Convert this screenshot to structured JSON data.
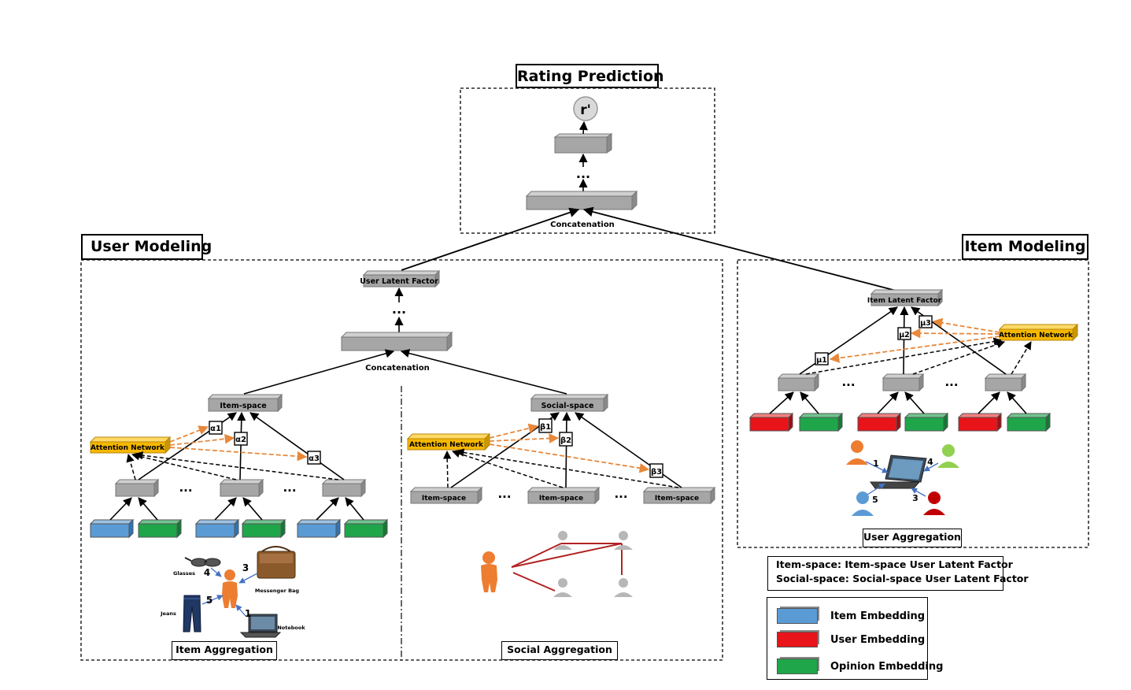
{
  "titles": {
    "rating_prediction": "Rating Prediction",
    "user_modeling": "User Modeling",
    "item_modeling": "Item Modeling"
  },
  "rating": {
    "output_symbol": "r'",
    "concat_label": "Concatenation",
    "ellipsis": "..."
  },
  "user_model": {
    "latent_factor": "User Latent Factor",
    "concat_label": "Concatenation",
    "item_space": "Item-space",
    "social_space": "Social-space",
    "attention_left": "Attention Network",
    "attention_right": "Attention Network",
    "alpha1": "α1",
    "alpha2": "α2",
    "alpha3": "α3",
    "beta1": "β1",
    "beta2": "β2",
    "beta3": "β3",
    "social_inputs": [
      "Item-space",
      "Item-space",
      "Item-space"
    ],
    "item_caption": "Item Aggregation",
    "social_caption": "Social  Aggregation",
    "items": {
      "glasses": "Glasses",
      "messenger_bag": "Messenger Bag",
      "jeans": "Jeans",
      "notebook": "Notebook"
    },
    "ratings": [
      "4",
      "3",
      "5",
      "1"
    ]
  },
  "item_model": {
    "latent_factor": "Item Latent Factor",
    "attention": "Attention Network",
    "mu1": "μ1",
    "mu2": "μ2",
    "mu3": "μ3",
    "caption": "User Aggregation",
    "ratings": [
      "1",
      "4",
      "5",
      "3"
    ]
  },
  "notes": {
    "line1": "Item-space:  Item-space User Latent Factor",
    "line2": "Social-space: Social-space User Latent Factor"
  },
  "legend": {
    "items": [
      {
        "label": "Item Embedding",
        "color": "#5b9bd5"
      },
      {
        "label": "User Embedding",
        "color": "#e8141a"
      },
      {
        "label": "Opinion Embedding",
        "color": "#1fa64a"
      }
    ]
  },
  "colors": {
    "gray_box": "#a6a6a6",
    "attention": "#f5b800",
    "attention_arrow": "#e8883a",
    "social_edge": "#b22222",
    "person_orange": "#ed7d31",
    "person_gray": "#b7b7b7"
  }
}
